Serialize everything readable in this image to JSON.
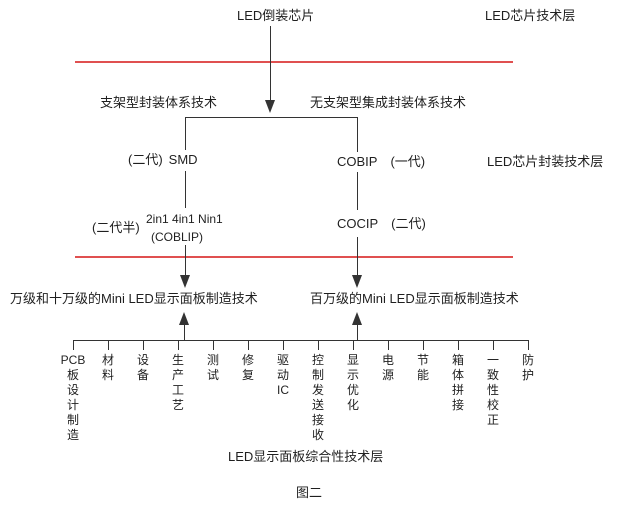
{
  "diagram": {
    "figure_caption": "图二",
    "colors": {
      "red_line": "#e05050",
      "black_line": "#333333"
    },
    "chip_layer": {
      "root_node": "LED倒装芯片",
      "layer_label": "LED芯片技术层"
    },
    "packaging_layer": {
      "left_branch_label": "支架型封装体系技术",
      "right_branch_label": "无支架型集成封装体系技术",
      "smd_generation": "(二代)",
      "smd_name": "SMD",
      "cobip_name": "COBIP",
      "cobip_generation": "(一代)",
      "layer_label": "LED芯片封装技术层",
      "gen_two_half": "(二代半)",
      "nin1_node": "2in1 4in1 Nin1",
      "coblip_node": "(COBLIP)",
      "cocip_name": "COCIP",
      "cocip_generation": "(二代)"
    },
    "manufacturing_layer": {
      "left_result": "万级和十万级的Mini LED显示面板制造技术",
      "right_result": "百万级的Mini LED显示面板制造技术"
    },
    "comprehensive": {
      "layer_label": "LED显示面板综合性技术层",
      "items": [
        "PCB板设计制造",
        "材料",
        "设备",
        "生产工艺",
        "测试",
        "修复",
        "驱动IC",
        "控制发送接收",
        "显示优化",
        "电源",
        "节能",
        "箱体拼接",
        "一致性校正",
        "防护"
      ]
    }
  }
}
